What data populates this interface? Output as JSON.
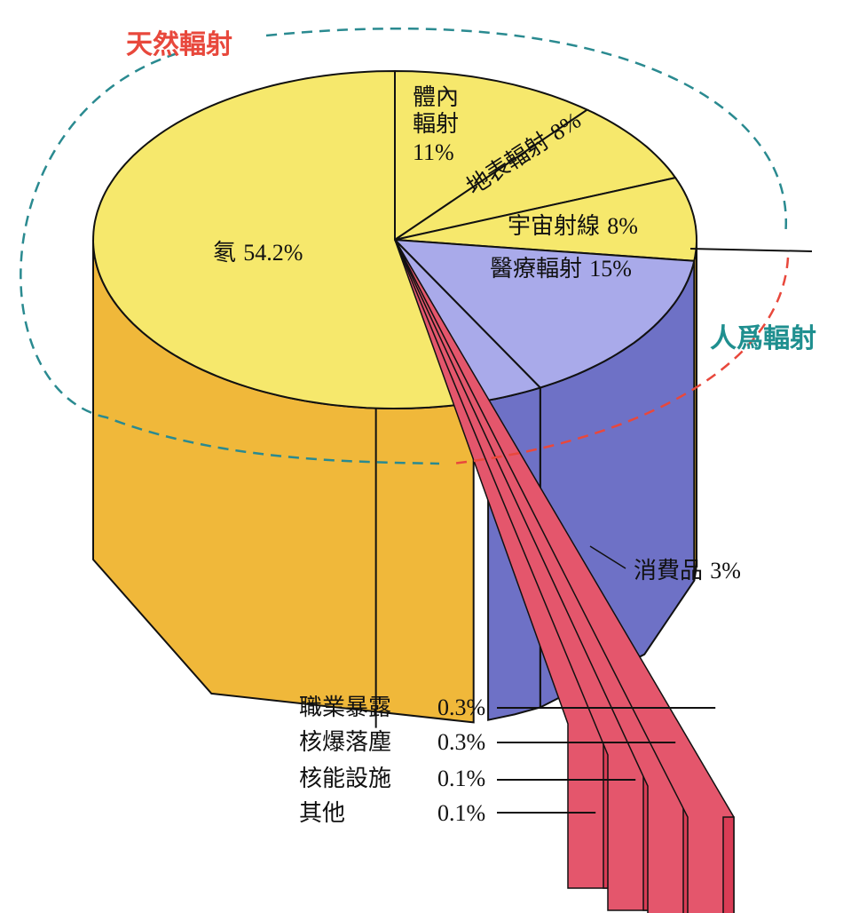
{
  "chart_data": {
    "type": "pie",
    "style": "3d-exploded",
    "groups": [
      {
        "name": "天然輻射",
        "color": "#e8483c"
      },
      {
        "name": "人爲輻射",
        "color": "#1f8f8f"
      }
    ],
    "slices": [
      {
        "label": "體內輻射",
        "label_lines": [
          "體內",
          "輻射"
        ],
        "value": 11,
        "value_text": "11%",
        "group": "天然輻射",
        "top": "#f6e86c",
        "side": "#f0b83a"
      },
      {
        "label": "地表輻射",
        "value": 8,
        "value_text": "8%",
        "group": "天然輻射",
        "top": "#f6e86c",
        "side": "#f0b83a"
      },
      {
        "label": "宇宙射線",
        "value": 8,
        "value_text": "8%",
        "group": "天然輻射",
        "top": "#f6e86c",
        "side": "#f0b83a"
      },
      {
        "label": "醫療輻射",
        "value": 15,
        "value_text": "15%",
        "group": "人爲輻射",
        "top": "#a9aaea",
        "side": "#6e71c6"
      },
      {
        "label": "消費品",
        "value": 3,
        "value_text": "3%",
        "group": "人爲輻射",
        "top": "#a9aaea",
        "side": "#6e71c6"
      },
      {
        "label": "職業暴露",
        "value": 0.3,
        "value_text": "0.3%",
        "group": "人爲輻射",
        "top": "#e4566c",
        "side": "#d93c55"
      },
      {
        "label": "核爆落塵",
        "value": 0.3,
        "value_text": "0.3%",
        "group": "人爲輻射",
        "top": "#e4566c",
        "side": "#d93c55"
      },
      {
        "label": "核能設施",
        "value": 0.1,
        "value_text": "0.1%",
        "group": "人爲輻射",
        "top": "#e4566c",
        "side": "#d93c55"
      },
      {
        "label": "其他",
        "value": 0.1,
        "value_text": "0.1%",
        "group": "人爲輻射",
        "top": "#e4566c",
        "side": "#d93c55"
      },
      {
        "label": "氡",
        "value": 54.2,
        "value_text": "54.2%",
        "group": "天然輻射",
        "top": "#f6e86c",
        "side": "#f0b83a"
      }
    ]
  }
}
